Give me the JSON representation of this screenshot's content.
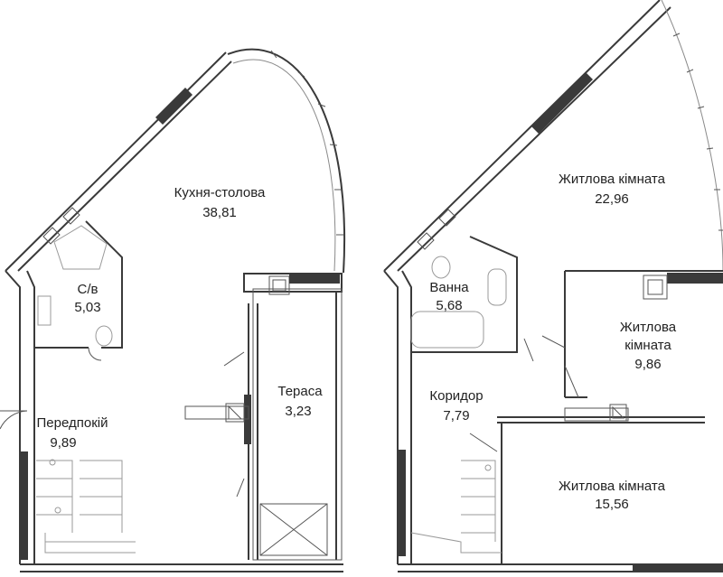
{
  "plan": {
    "level_left": {
      "rooms": [
        {
          "name": "Кухня-столова",
          "area": "38,81"
        },
        {
          "name": "С/в",
          "area": "5,03"
        },
        {
          "name": "Передпокій",
          "area": "9,89"
        },
        {
          "name": "Тераса",
          "area": "3,23"
        }
      ]
    },
    "level_right": {
      "rooms": [
        {
          "name": "Житлова кімната",
          "area": "22,96"
        },
        {
          "name": "Ванна",
          "area": "5,68"
        },
        {
          "name": "Житлова",
          "name2": "кімната",
          "area": "9,86"
        },
        {
          "name": "Коридор",
          "area": "7,79"
        },
        {
          "name": "Житлова кімната",
          "area": "15,56"
        }
      ]
    },
    "colors": {
      "wall": "#3a3a3a",
      "fixture": "#9a9a9a",
      "background": "#ffffff"
    }
  }
}
